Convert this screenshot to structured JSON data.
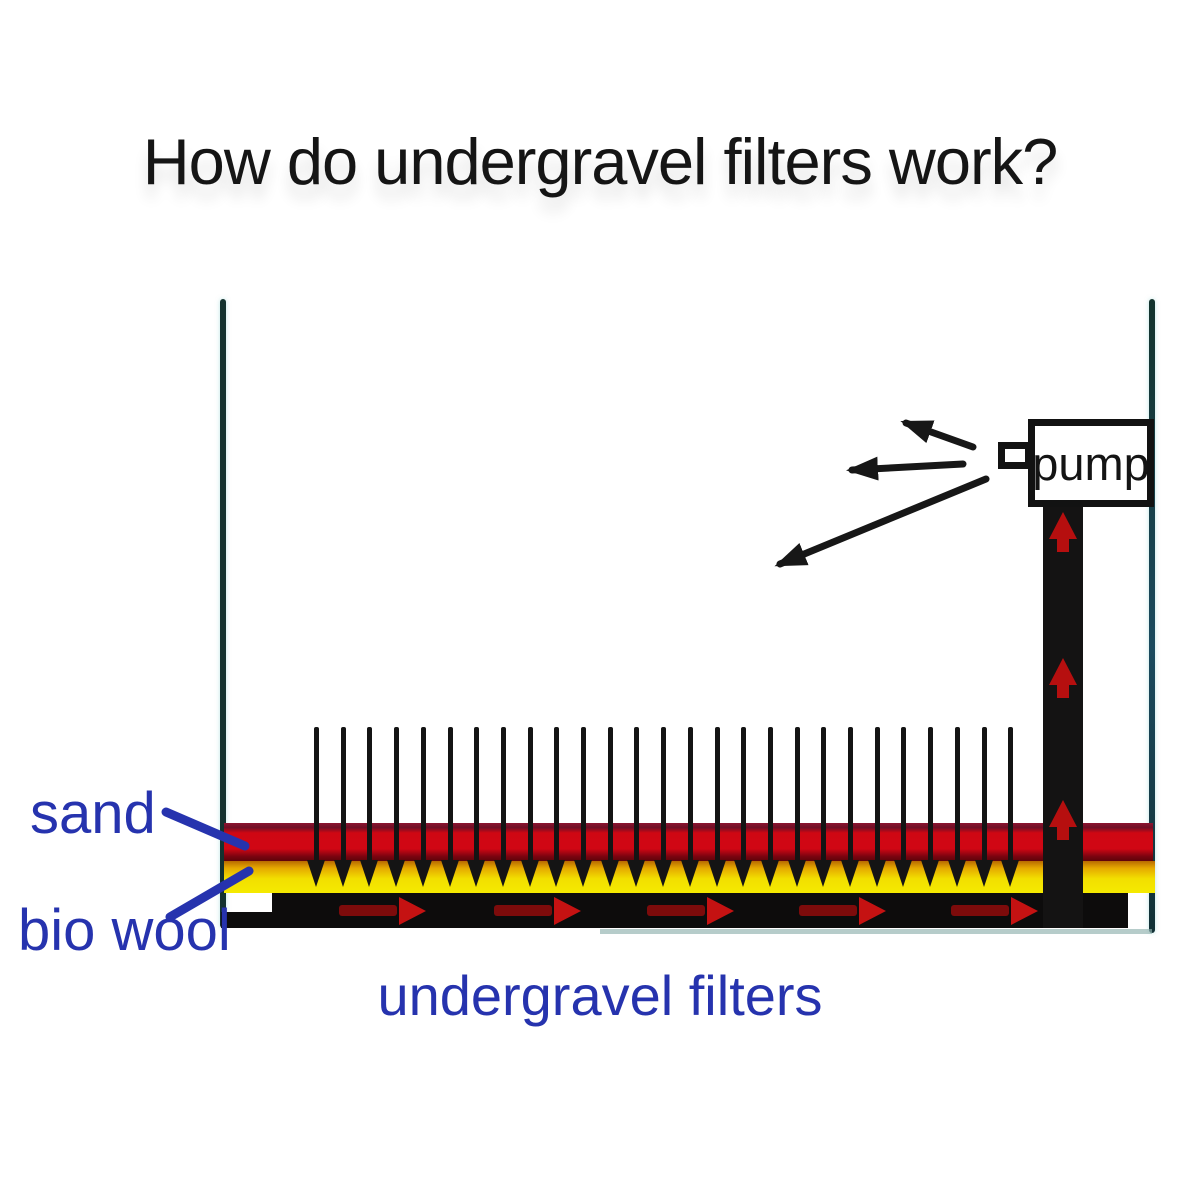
{
  "title": "How do undergravel filters work?",
  "labels": {
    "pump": "pump",
    "sand": "sand",
    "bio_wool": "bio wool",
    "undergravel_filters": "undergravel filters"
  },
  "colors": {
    "ink": "#151515",
    "label_blue": "#2633ae",
    "sand_red": "#d00714",
    "bio_wool_yellow": "#f2df00",
    "flow_red": "#c51212",
    "tank_wall": "#14322f",
    "plate_black": "#0d0c0c"
  },
  "structure": {
    "down_arrow_count": 27,
    "plate_flow_arrow_count": 5,
    "tube_flow_arrow_count": 3,
    "pump_spray_arrow_count": 3
  }
}
